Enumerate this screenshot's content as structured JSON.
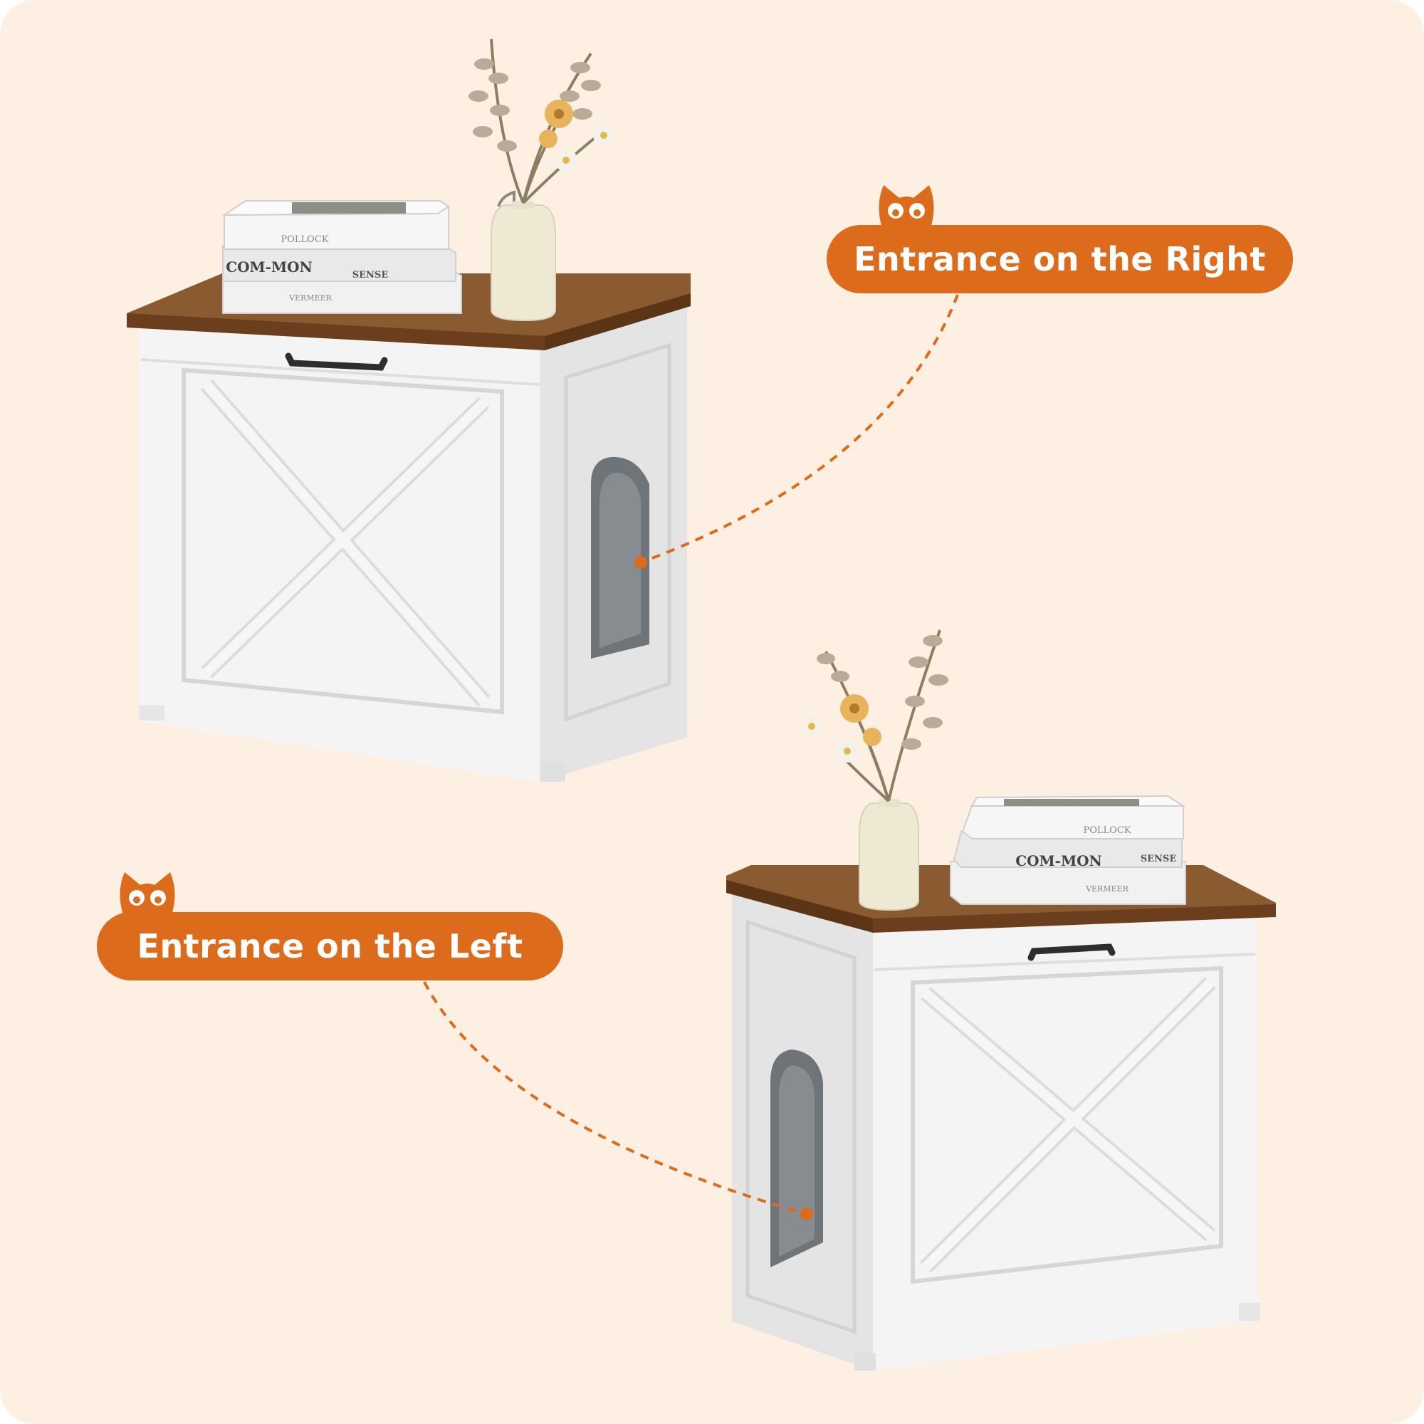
{
  "colors": {
    "background": "#fdf0e2",
    "accent": "#dc6b1c",
    "wood": "#7a4a24",
    "cabinet_white": "#f3f3f3",
    "cabinet_shadow": "#d9d9d9",
    "handle": "#2e2e2e",
    "opening": "#6f7478"
  },
  "callouts": {
    "right": {
      "text": "Entrance on the Right",
      "icon": "cat-face-icon"
    },
    "left": {
      "text": "Entrance on the Left",
      "icon": "cat-face-icon"
    }
  },
  "books": {
    "top": "POLLOCK",
    "middle_left": "COM-MON",
    "middle_right": "SENSE",
    "bottom": "VERMEER"
  }
}
